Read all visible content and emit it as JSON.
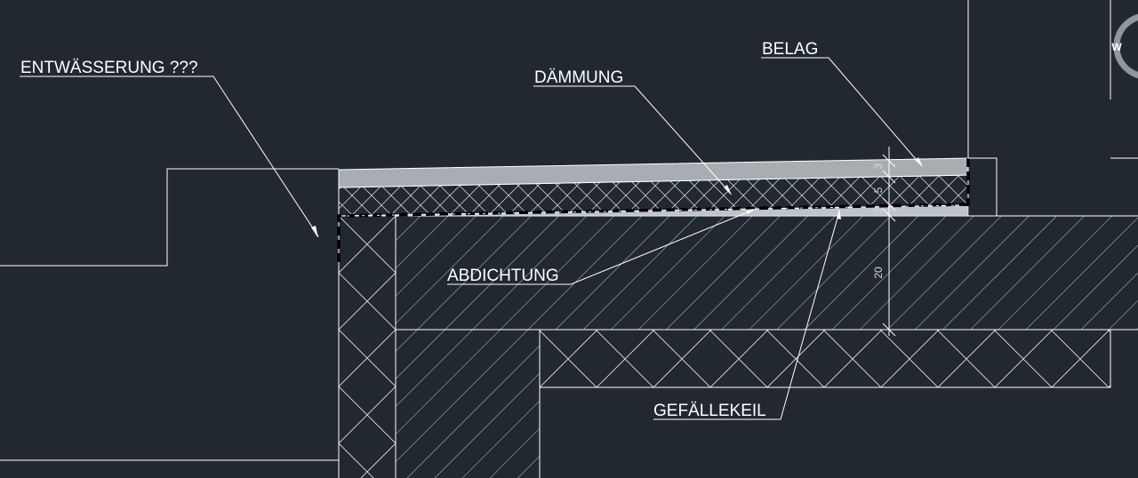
{
  "drawing": {
    "background": "#212830",
    "line_color": "#ffffff",
    "hatch_color": "#c8dde8",
    "labels": {
      "entwaesserung": "ENTWÄSSERUNG ???",
      "daemmung": "DÄMMUNG",
      "belag": "BELAG",
      "abdichtung": "ABDICHTUNG",
      "gefaellekeil": "GEFÄLLEKEIL"
    },
    "dimensions": {
      "belag": "3",
      "daemmung": "5",
      "gefaelle": "2",
      "decke": "20"
    }
  },
  "viewcube": {
    "compass_letter": "W"
  }
}
